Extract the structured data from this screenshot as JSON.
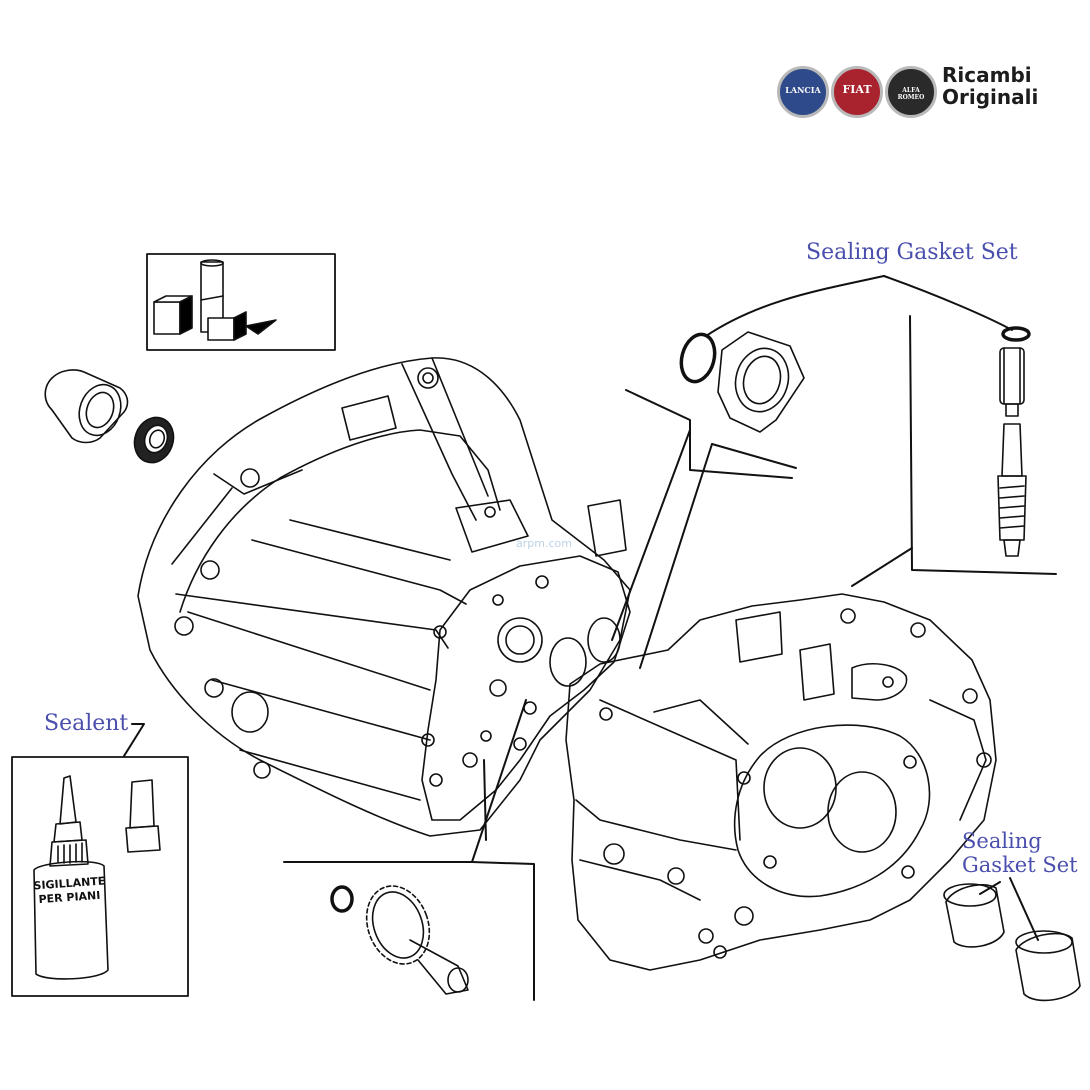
{
  "brand": {
    "line1": "Ricambi",
    "line2": "Originali",
    "badges": [
      {
        "name": "LANCIA",
        "color": "#2f4a8a"
      },
      {
        "name": "FIAT",
        "color": "#a8232e"
      },
      {
        "name": "ALFA ROMEO",
        "color": "#2a2a2a"
      }
    ]
  },
  "labels": {
    "top_gasket": "Sealing Gasket Set",
    "sealent": "Sealent",
    "right_gasket_line1": "Sealing",
    "right_gasket_line2": "Gasket Set"
  },
  "tube": {
    "line1": "SIGILLANTE",
    "line2": "PER PIANI"
  },
  "watermark": "arpm.com",
  "colors": {
    "label": "#4a4fae",
    "line": "#111111"
  }
}
